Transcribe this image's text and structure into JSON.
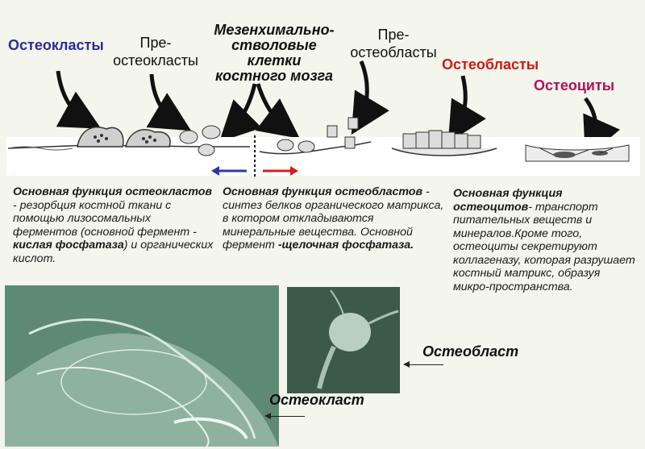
{
  "labels": {
    "osteoclasts": "Остеокласты",
    "preosteoclasts_1": "Пре-",
    "preosteoclasts_2": "остеокласты",
    "msc_1": "Мезенхимально-",
    "msc_2": "стволовые",
    "msc_3": "клетки",
    "msc_4": "костного мозга",
    "preosteoblasts_1": "Пре-",
    "preosteoblasts_2": "остеобласты",
    "osteoblasts": "Остеобласты",
    "osteocytes": "Остеоциты"
  },
  "colors": {
    "osteoclasts": "#2a2aa0",
    "osteoblasts": "#d01818",
    "osteocytes": "#b0125a",
    "arrow_blue": "#2a3aa0",
    "arrow_red": "#d02020"
  },
  "descriptions": {
    "osteoclast": {
      "b1": "Основная функция остеокластов",
      "t1": " - резорбция костной ткани с помощью лизосомальных ферментов (основной  фермент - ",
      "b2": "кислая фосфатаза",
      "t2": ") и органических кислот."
    },
    "osteoblast": {
      "b1": "Основная функция остеобластов",
      "t1": " - синтез белков органического матрикса, в котором откладываются минеральные  вещества. Основной фермент ",
      "b2": "-щелочная фосфатаза."
    },
    "osteocyte": {
      "b1": "Основная функция остеоцитов",
      "t1": "- транспорт питательных веществ и минералов.Кроме того, остеоциты секретируют коллагеназу, которая разрушает костный матрикс, образуя микро-пространства."
    }
  },
  "captions": {
    "osteoblast": "Остеобласт",
    "osteoclast": "Остеокласт"
  }
}
